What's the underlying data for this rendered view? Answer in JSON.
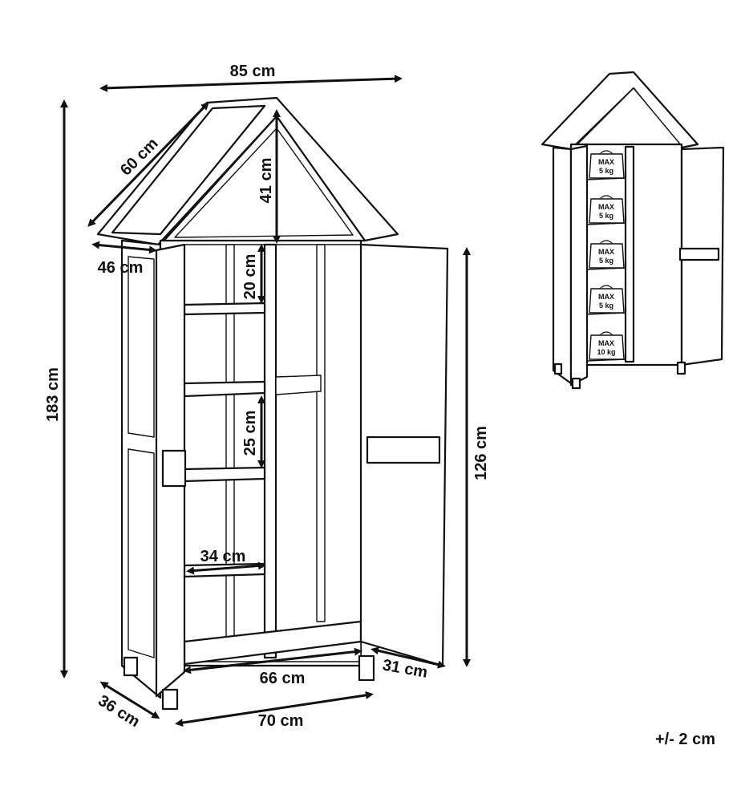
{
  "dimensions": {
    "width_top": "85 cm",
    "roof_depth": "60 cm",
    "roof_height": "41 cm",
    "side_depth": "46 cm",
    "total_height": "183 cm",
    "shelf_gap_top": "20 cm",
    "shelf_gap_mid": "25 cm",
    "door_height": "126 cm",
    "shelf_depth": "34 cm",
    "inner_width": "66 cm",
    "door_depth": "31 cm",
    "base_depth": "36 cm",
    "base_width": "70 cm"
  },
  "load_labels": [
    {
      "max": "MAX",
      "kg": "5 kg"
    },
    {
      "max": "MAX",
      "kg": "5 kg"
    },
    {
      "max": "MAX",
      "kg": "5 kg"
    },
    {
      "max": "MAX",
      "kg": "5 kg"
    },
    {
      "max": "MAX",
      "kg": "10 kg"
    }
  ],
  "tolerance": "+/- 2 cm"
}
